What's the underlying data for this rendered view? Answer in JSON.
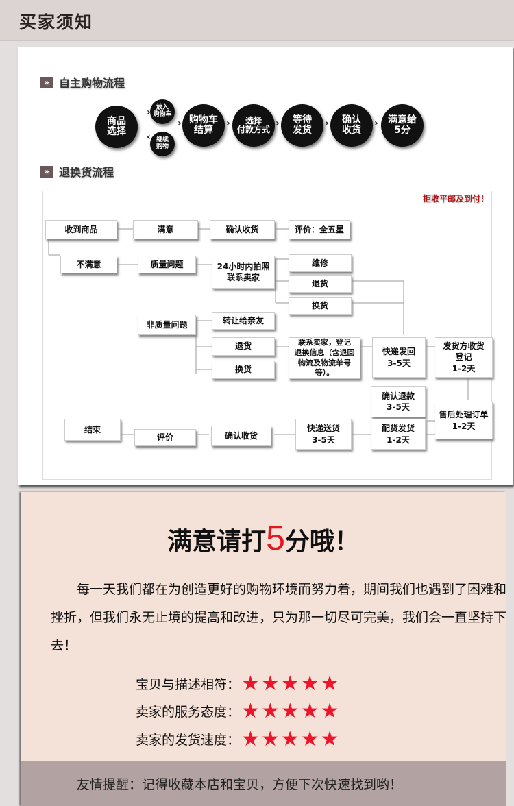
{
  "header": {
    "title": "买家须知"
  },
  "shopping": {
    "heading": "自主购物流程",
    "icon": "»",
    "steps": [
      "商品\n选择",
      "放入\n购物车",
      "继续\n购物",
      "购物车\n结算",
      "选择\n付款方式",
      "等待\n发货",
      "确认\n收货",
      "满意给\n5分"
    ]
  },
  "returns": {
    "heading": "退换货流程",
    "icon": "»",
    "warning": "拒收平邮及到付！",
    "nodes": [
      "收到商品",
      "满意",
      "确认收货",
      "评价：全五星",
      "不满意",
      "质量问题",
      "24小时内拍照\n联系卖家",
      "维修",
      "退货",
      "换货",
      "非质量问题",
      "转让给亲友",
      "退货",
      "换货",
      "联系卖家，登记\n退换信息（含退回\n物流及物流单号等）。",
      "快递发回\n3-5天",
      "发货方收货\n登记\n1-2天",
      "确认退款\n3-5天",
      "售后处理订单\n1-2天",
      "配货发货\n1-2天",
      "快递送货\n3-5天",
      "确认收货",
      "评价",
      "结束"
    ]
  },
  "rating": {
    "title_pre": "满意请打",
    "title_num": "5",
    "title_post": "分哦！",
    "paragraph": "　　每一天我们都在为创造更好的购物环境而努力着，期间我们也遇到了困难和挫折，但我们永无止境的提高和改进，只为那一切尽可完美，我们会一直坚持下去！",
    "items": [
      {
        "label": "宝贝与描述相符：",
        "stars": 5
      },
      {
        "label": "卖家的服务态度：",
        "stars": 5
      },
      {
        "label": "卖家的发货速度：",
        "stars": 5
      }
    ],
    "reminder": "友情提醒：记得收藏本店和宝贝，方便下次快速找到哟！"
  },
  "colors": {
    "accent": "#e8141e",
    "star": "#f0142a",
    "panel": "#f4e1d8",
    "footer": "#b2a2a2"
  }
}
